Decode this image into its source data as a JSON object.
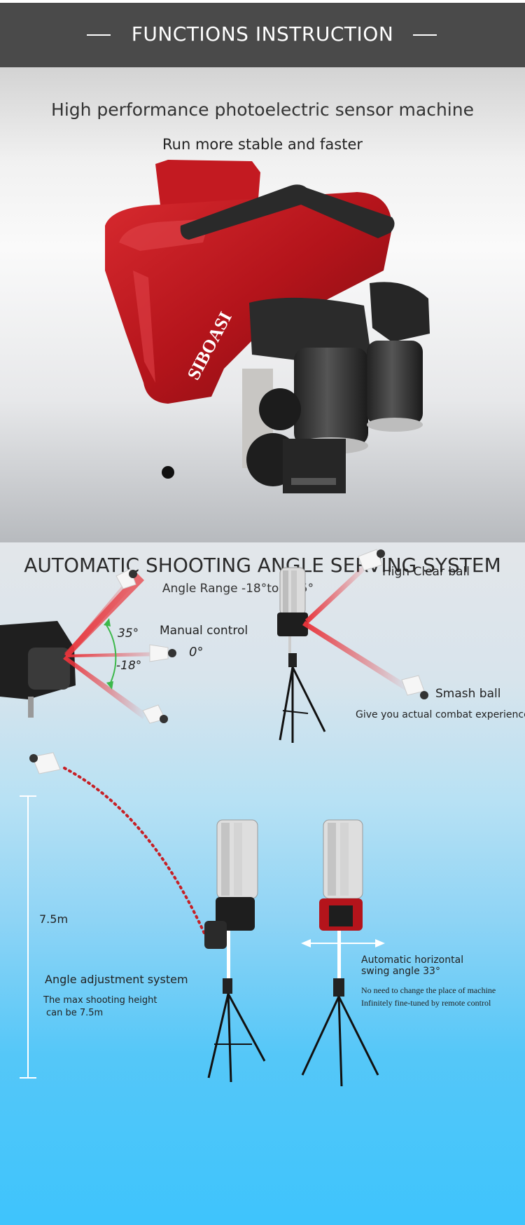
{
  "header": {
    "title": "FUNCTIONS INSTRUCTION"
  },
  "hero": {
    "headline": "High performance photoelectric sensor machine",
    "subheadline": "Run more stable and faster",
    "brand_logo": "SIBOASI"
  },
  "angle_system": {
    "title": "AUTOMATIC SHOOTING ANGLE SERVING SYSTEM",
    "range": "Angle Range -18°to +35°",
    "manual_label": "Manual control",
    "angle_up": "35°",
    "angle_zero": "0°",
    "angle_down": "-18°",
    "high_clear": "High Clear ball",
    "smash": "Smash ball",
    "experience": "Give you actual combat experience"
  },
  "height_system": {
    "height_value": "7.5m",
    "title": "Angle adjustment system",
    "desc_line1": "The max shooting height",
    "desc_line2": "can be 7.5m"
  },
  "swing_system": {
    "title_line1": "Automatic horizontal",
    "title_line2": "swing angle 33°",
    "note_line1": "No need to change the place of machine",
    "note_line2": "Infinitely fine-tuned by remote control"
  },
  "colors": {
    "header_bg": "#4a4a4a",
    "machine_red": "#b4141b",
    "laser_red": "#e8343b",
    "angle_green": "#3cb84a",
    "trajectory_red": "#c62026"
  }
}
